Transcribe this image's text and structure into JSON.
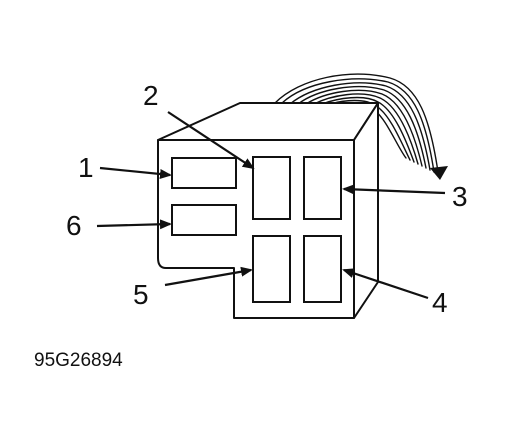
{
  "callouts": [
    {
      "id": "1",
      "label": "1"
    },
    {
      "id": "2",
      "label": "2"
    },
    {
      "id": "3",
      "label": "3"
    },
    {
      "id": "4",
      "label": "4"
    },
    {
      "id": "5",
      "label": "5"
    },
    {
      "id": "6",
      "label": "6"
    }
  ],
  "figure_ref": "95G26894",
  "colors": {
    "line": "#111111",
    "background": "#ffffff"
  }
}
